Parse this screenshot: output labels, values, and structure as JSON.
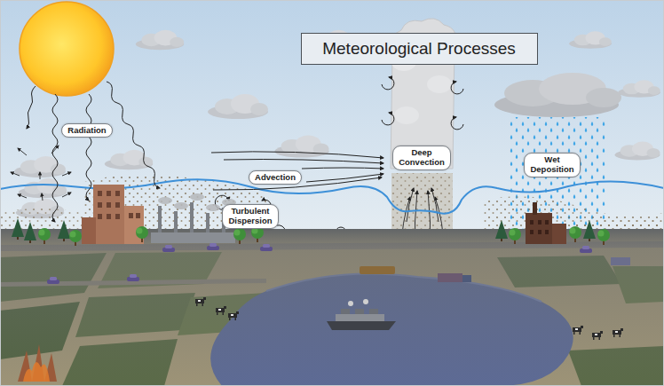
{
  "diagram": {
    "title": "Meteorological Processes",
    "nodes": [
      {
        "text": [
          "Radiation"
        ]
      },
      {
        "text": [
          "Deep Convection"
        ]
      },
      {
        "text": [
          "Wet Deposition"
        ]
      },
      {
        "text": [
          "Advection"
        ]
      },
      {
        "text": [
          "Turbulent Dispersion"
        ]
      }
    ]
  }
}
